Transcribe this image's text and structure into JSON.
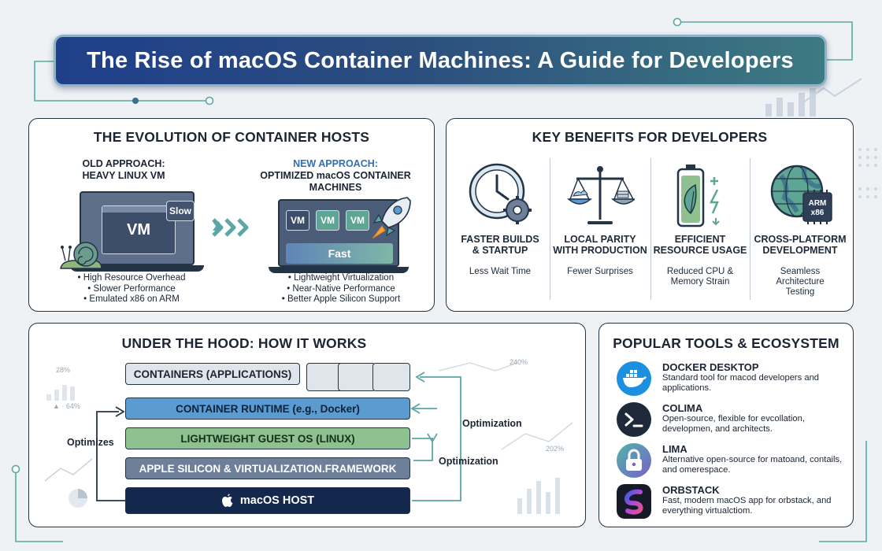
{
  "title": "The Rise of macOS Container Machines: A Guide for Developers",
  "evolution": {
    "heading": "THE EVOLUTION OF CONTAINER HOSTS",
    "old": {
      "label_line1": "OLD APPROACH:",
      "label_line2": "HEAVY LINUX VM",
      "vm_label": "VM",
      "badge": "Slow",
      "bullets": [
        "• High Resource Overhead",
        "• Slower Performance",
        "• Emulated x86 on ARM"
      ]
    },
    "new": {
      "label_line1": "NEW APPROACH:",
      "label_line2": "OPTIMIZED macOS CONTAINER",
      "label_line3": "MACHINES",
      "vm_labels": [
        "VM",
        "VM",
        "VM"
      ],
      "fast_label": "Fast",
      "bullets": [
        "• Lightweight Virtualization",
        "• Near-Native Performance",
        "• Better Apple Silicon Support"
      ]
    },
    "arrow_icon": "triple-chevron-right-icon"
  },
  "benefits": {
    "heading": "KEY BENEFITS FOR DEVELOPERS",
    "items": [
      {
        "title_line1": "FASTER BUILDS",
        "title_line2": "& STARTUP",
        "sub_line1": "Less Wait Time",
        "sub_line2": "",
        "sub_line3": "",
        "icon": "clock-gear-icon"
      },
      {
        "title_line1": "LOCAL PARITY",
        "title_line2": "WITH PRODUCTION",
        "sub_line1": "Fewer Surprises",
        "sub_line2": "",
        "sub_line3": "",
        "icon": "balance-scale-icon"
      },
      {
        "title_line1": "EFFICIENT",
        "title_line2": "RESOURCE USAGE",
        "sub_line1": "Reduced CPU &",
        "sub_line2": "Memory Strain",
        "sub_line3": "",
        "icon": "battery-leaf-icon"
      },
      {
        "title_line1": "CROSS-PLATFORM",
        "title_line2": "DEVELOPMENT",
        "sub_line1": "Seamless",
        "sub_line2": "Architecture",
        "sub_line3": "Testing",
        "icon": "globe-chip-icon"
      }
    ],
    "chip_line1": "ARM",
    "chip_line2": "x86"
  },
  "hood": {
    "heading": "UNDER THE HOOD: HOW IT WORKS",
    "layers": [
      "CONTAINERS (APPLICATIONS)",
      "CONTAINER RUNTIME (e.g., Docker)",
      "LIGHTWEIGHT GUEST OS (LINUX)",
      "APPLE SILICON & VIRTUALIZATION.FRAMEWORK",
      "macOS HOST"
    ],
    "left_label": "Optimizes",
    "right_label_1": "Optimization",
    "right_label_2": "Optimization",
    "faint": [
      "28%",
      "▲ · 64%",
      "240%",
      "202%"
    ],
    "host_icon": "apple-logo-icon"
  },
  "tools": {
    "heading": "POPULAR TOOLS & ECOSYSTEM",
    "items": [
      {
        "name": "DOCKER DESKTOP",
        "desc": "Standard tool for macod developers and applications.",
        "icon": "docker-whale-icon",
        "color": "#1d8fe0"
      },
      {
        "name": "COLIMA",
        "desc": "Open-source, flexible for evcollation, developmen, and architects.",
        "icon": "terminal-prompt-icon",
        "color": "#1e2a3a"
      },
      {
        "name": "LIMA",
        "desc": "Alternative open-source for matoand, contails, and omerespace.",
        "icon": "padlock-icon",
        "color": "#7a5fc8"
      },
      {
        "name": "ORBSTACK",
        "desc": "Fast, modern macOS app for orbstack, and everything virtualctiom.",
        "icon": "orbstack-logo-icon",
        "color": "#b04ad6"
      }
    ]
  },
  "colors": {
    "title_bg_start": "#1f3f8a",
    "title_bg_end": "#3d7a82",
    "accent_blue": "#2f6fb5",
    "accent_teal": "#5ca6a5",
    "runtime_layer": "#5b9bd0",
    "guest_layer": "#8fc08f",
    "silicon_layer": "#6e7f9a",
    "host_layer": "#14274d"
  }
}
